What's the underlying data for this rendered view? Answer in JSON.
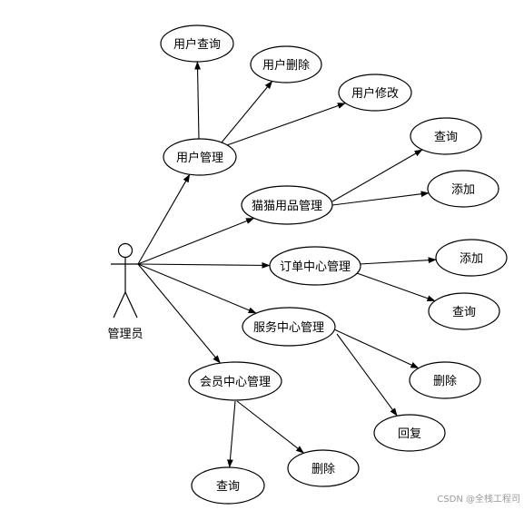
{
  "actor": {
    "label": "管理员"
  },
  "nodes": {
    "user_mgmt": "用户管理",
    "user_query": "用户查询",
    "user_delete": "用户删除",
    "user_edit": "用户修改",
    "cat_goods_mgmt": "猫猫用品管理",
    "cat_query": "查询",
    "cat_add": "添加",
    "order_mgmt": "订单中心管理",
    "order_add": "添加",
    "order_query": "查询",
    "service_mgmt": "服务中心管理",
    "service_delete": "删除",
    "service_reply": "回复",
    "member_mgmt": "会员中心管理",
    "member_query": "查询",
    "member_delete": "删除"
  },
  "watermark": "CSDN @全栈工程司"
}
